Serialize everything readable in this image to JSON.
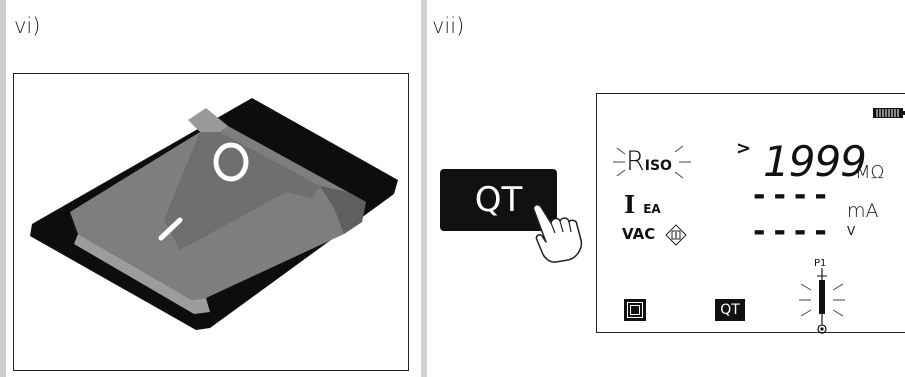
{
  "panels": {
    "left_label": "vi)",
    "right_label": "vii)"
  },
  "switch": {
    "off_symbol": "O",
    "on_symbol": "I"
  },
  "qt_button": {
    "label": "QT"
  },
  "display": {
    "riso_main": "R",
    "riso_sub": "ISO",
    "iea_main": "I",
    "iea_sub": "EA",
    "vac_label": "VAC",
    "greater_symbol": ">",
    "riso_value": "1999",
    "riso_unit": "MΩ",
    "iea_value": "----",
    "iea_unit": "mA",
    "vac_value": "----",
    "vac_unit": "V",
    "qt_badge": "QT",
    "probe_label": "P1"
  },
  "colors": {
    "rocker_body": "#7a7a7a",
    "rocker_base": "#111111",
    "display_border": "#222222"
  }
}
